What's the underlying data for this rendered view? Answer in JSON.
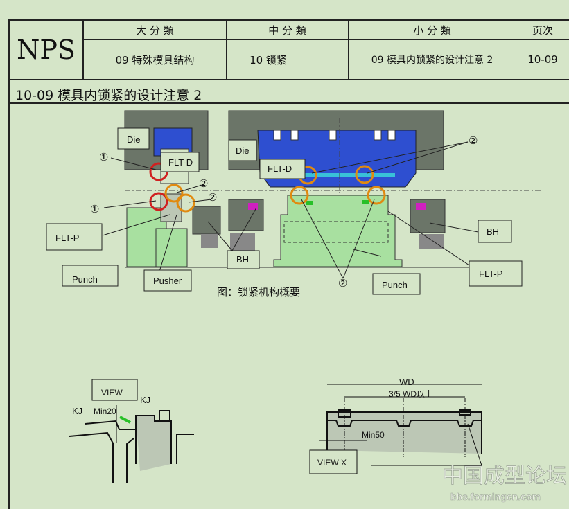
{
  "header": {
    "logo": "NPS",
    "col_headers": [
      "大 分 類",
      "中 分 類",
      "小 分 類",
      "页次"
    ],
    "values": [
      "09  特殊模具结构",
      "10 锁紧",
      "09 模具内锁紧的设计注意 2",
      "10-09"
    ]
  },
  "title": "10-09 模具内锁紧的设计注意 2",
  "diagram1": {
    "labels": {
      "die_left": "Die",
      "flt_d_left": "FLT-D",
      "die_right": "Die",
      "flt_d_right": "FLT-D",
      "flt_p_left": "FLT-P",
      "punch_left": "Punch",
      "pusher": "Pusher",
      "bh_center": "BH",
      "bh_right": "BH",
      "flt_p_right": "FLT-P",
      "punch_right": "Punch"
    },
    "markers": {
      "m1": "①",
      "m2": "②"
    },
    "caption": "图：锁紧机构概要",
    "colors": {
      "die": "#2e4fd0",
      "punch": "#a8e0a0",
      "body": "#6b7568",
      "lock_red": "#d02020",
      "lock_orange": "#e08a10",
      "magenta": "#d020c0"
    }
  },
  "diagram2": {
    "view": "VIEW",
    "kj_left": "KJ",
    "kj_right": "KJ",
    "min20": "Min20"
  },
  "diagram3": {
    "wd": "WD",
    "three_fifths": "3/5 WD以上",
    "min50": "Min50",
    "view_x": "VIEW X"
  },
  "watermark": {
    "cn": "中国成型论坛",
    "url": "bbs.formingcn.com"
  }
}
